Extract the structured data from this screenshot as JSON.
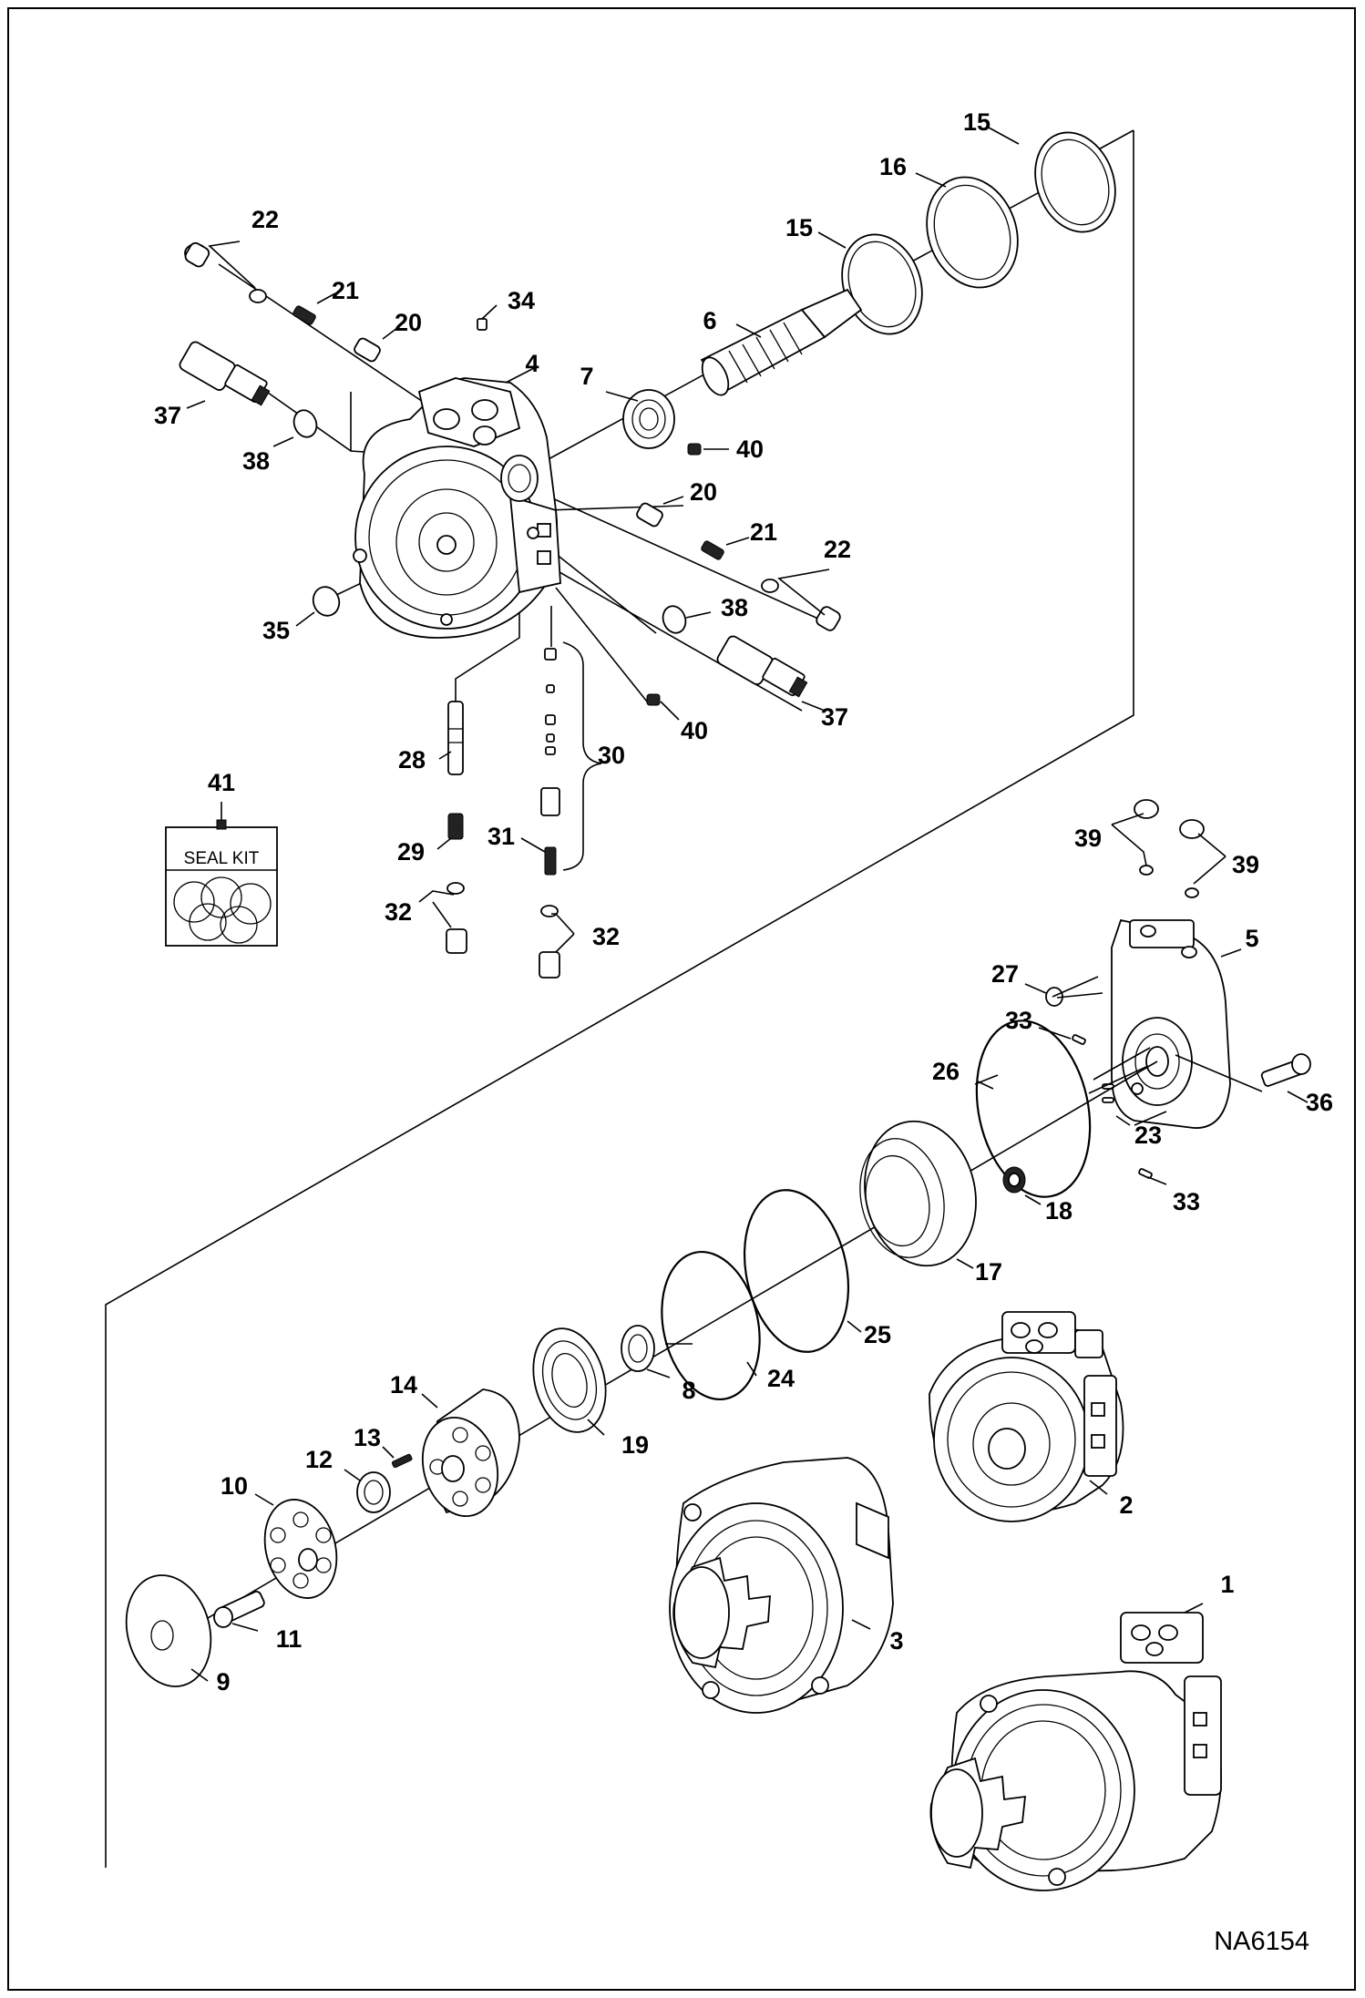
{
  "drawing_number": "NA6154",
  "seal_kit": {
    "text": "SEAL KIT"
  },
  "callouts": [
    {
      "id": "c15a",
      "text": "15"
    },
    {
      "id": "c16",
      "text": "16"
    },
    {
      "id": "c15b",
      "text": "15"
    },
    {
      "id": "c22a",
      "text": "22"
    },
    {
      "id": "c21a",
      "text": "21"
    },
    {
      "id": "c34",
      "text": "34"
    },
    {
      "id": "c20a",
      "text": "20"
    },
    {
      "id": "c6",
      "text": "6"
    },
    {
      "id": "c4",
      "text": "4"
    },
    {
      "id": "c7",
      "text": "7"
    },
    {
      "id": "c37a",
      "text": "37"
    },
    {
      "id": "c38a",
      "text": "38"
    },
    {
      "id": "c40a",
      "text": "40"
    },
    {
      "id": "c20b",
      "text": "20"
    },
    {
      "id": "c21b",
      "text": "21"
    },
    {
      "id": "c22b",
      "text": "22"
    },
    {
      "id": "c35",
      "text": "35"
    },
    {
      "id": "c38b",
      "text": "38"
    },
    {
      "id": "c37b",
      "text": "37"
    },
    {
      "id": "c40b",
      "text": "40"
    },
    {
      "id": "c30",
      "text": "30"
    },
    {
      "id": "c28",
      "text": "28"
    },
    {
      "id": "c41",
      "text": "41"
    },
    {
      "id": "c29",
      "text": "29"
    },
    {
      "id": "c31",
      "text": "31"
    },
    {
      "id": "c32a",
      "text": "32"
    },
    {
      "id": "c32b",
      "text": "32"
    },
    {
      "id": "c39a",
      "text": "39"
    },
    {
      "id": "c39b",
      "text": "39"
    },
    {
      "id": "c5",
      "text": "5"
    },
    {
      "id": "c27",
      "text": "27"
    },
    {
      "id": "c33a",
      "text": "33"
    },
    {
      "id": "c26",
      "text": "26"
    },
    {
      "id": "c36",
      "text": "36"
    },
    {
      "id": "c23",
      "text": "23"
    },
    {
      "id": "c33b",
      "text": "33"
    },
    {
      "id": "c18",
      "text": "18"
    },
    {
      "id": "c17",
      "text": "17"
    },
    {
      "id": "c25",
      "text": "25"
    },
    {
      "id": "c24",
      "text": "24"
    },
    {
      "id": "c8",
      "text": "8"
    },
    {
      "id": "c14",
      "text": "14"
    },
    {
      "id": "c19",
      "text": "19"
    },
    {
      "id": "c13",
      "text": "13"
    },
    {
      "id": "c12",
      "text": "12"
    },
    {
      "id": "c10",
      "text": "10"
    },
    {
      "id": "c2",
      "text": "2"
    },
    {
      "id": "c1",
      "text": "1"
    },
    {
      "id": "c3",
      "text": "3"
    },
    {
      "id": "c11",
      "text": "11"
    },
    {
      "id": "c9",
      "text": "9"
    }
  ]
}
